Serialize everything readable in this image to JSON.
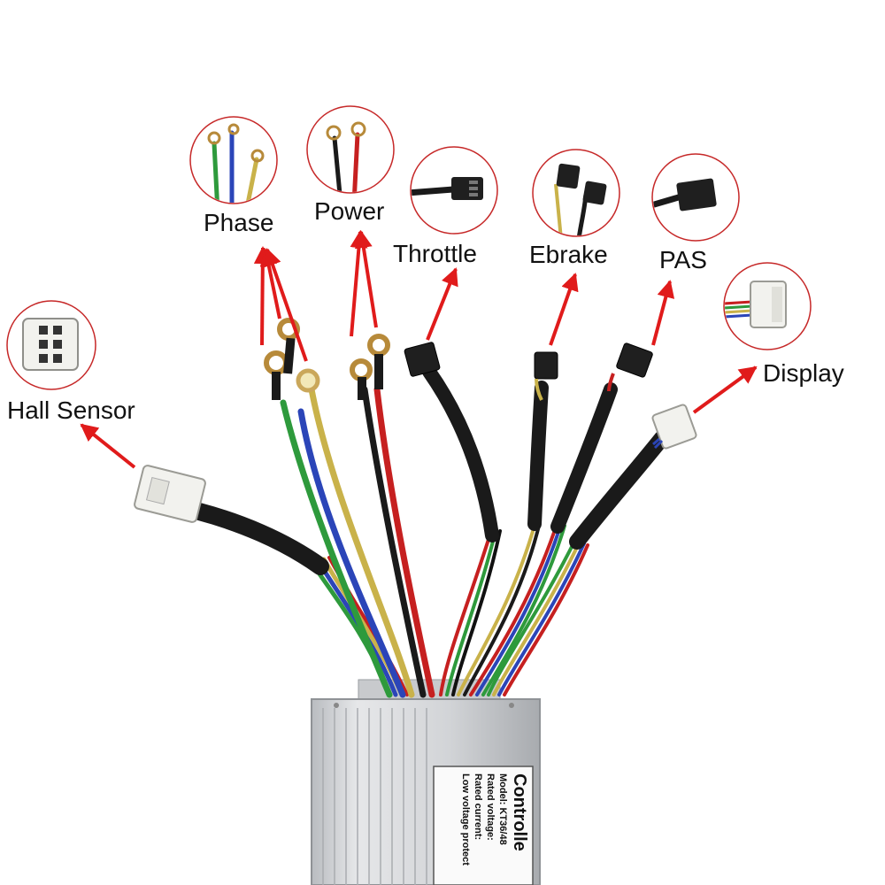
{
  "labels": {
    "hall_sensor": "Hall Sensor",
    "phase": "Phase",
    "power": "Power",
    "throttle": "Throttle",
    "ebrake": "Ebrake",
    "pas": "PAS",
    "display": "Display"
  },
  "controller_plate": {
    "title": "Controlle",
    "model": "Model: KT36/48",
    "rated_voltage": "Rated voltage:",
    "rated_current": "Rated current:",
    "low_voltage": "Low voltage protect"
  },
  "colors": {
    "arrow": "#e01b1b",
    "circle_border": "#c62828",
    "housing": "#d4d6d9",
    "cable": "#1a1a1a",
    "wire_green": "#2e9a3c",
    "wire_blue": "#2b45b8",
    "wire_yellow": "#c9b24a",
    "wire_red": "#c62020",
    "connector_white": "#f2f2ee"
  },
  "connectors": [
    "hall-sensor-connector",
    "phase-terminals",
    "power-terminals",
    "throttle-connector",
    "ebrake-connector",
    "pas-connector",
    "display-connector"
  ]
}
